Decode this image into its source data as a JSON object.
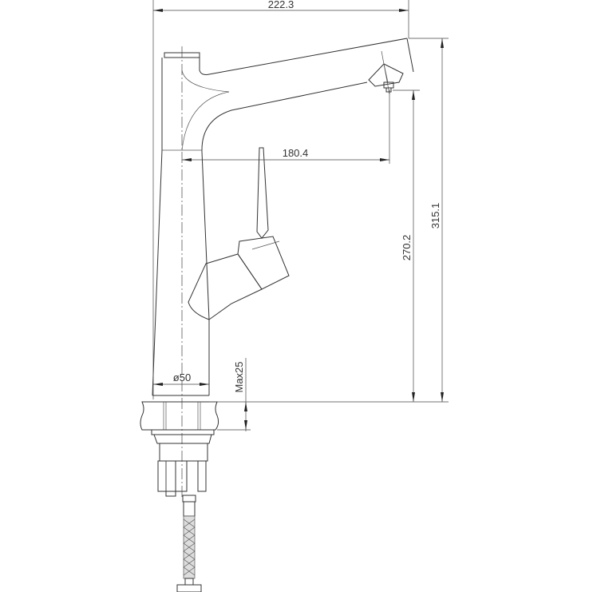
{
  "title": "Kitchen faucet dimensional drawing",
  "dimensions": {
    "overall_width": "222.3",
    "spout_reach": "180.4",
    "outlet_height": "270.2",
    "overall_height": "315.1",
    "base_diameter": "ø50",
    "max_counter_thickness": "Max25"
  }
}
